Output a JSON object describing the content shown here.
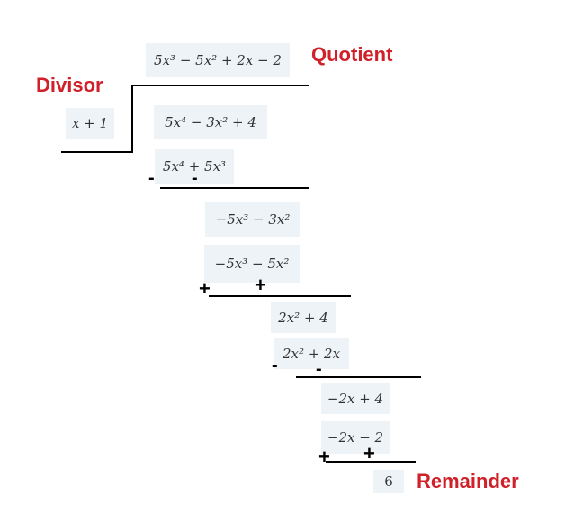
{
  "labels": {
    "quotient": "Quotient",
    "divisor": "Divisor",
    "remainder": "Remainder"
  },
  "expressions": {
    "quotient": "5x³ − 5x² + 2x − 2",
    "divisor": "x + 1",
    "dividend": "5x⁴ − 3x² + 4",
    "step1_sub": "5x⁴ + 5x³",
    "step1_result": "−5x³ − 3x²",
    "step2_sub": "−5x³ − 5x²",
    "step2_result": "2x² + 4",
    "step3_sub": "2x² + 2x",
    "step3_result": "−2x + 4",
    "step4_sub": "−2x − 2",
    "remainder": "6"
  },
  "signs": {
    "minus": "-",
    "plus": "+"
  },
  "colors": {
    "label": "#d0202a",
    "box": "#eef3f8",
    "line": "#000000"
  }
}
